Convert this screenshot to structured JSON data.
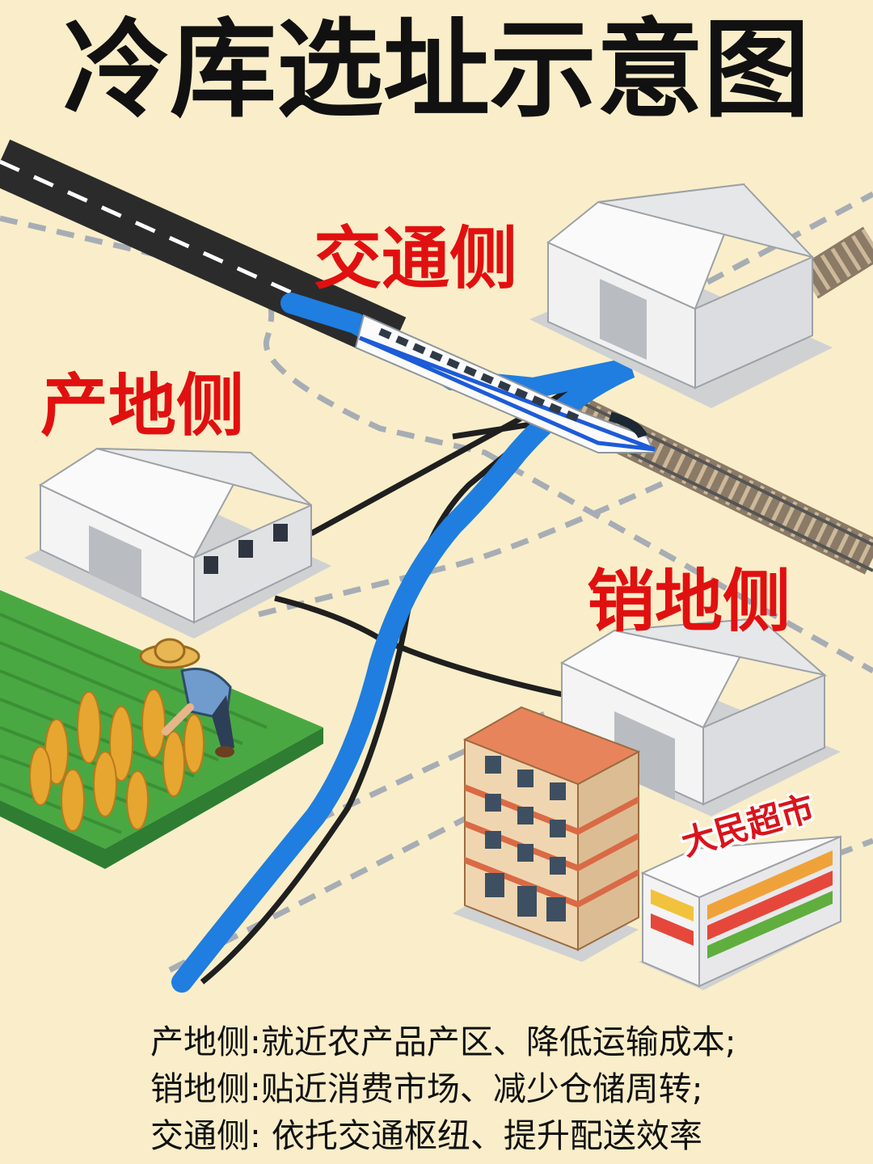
{
  "title": "冷库选址示意图",
  "labels": {
    "traffic_side": "交通侧",
    "origin_side": "产地侧",
    "sales_side": "销地侧"
  },
  "supermarket_sign": "大民超市",
  "notes": [
    {
      "label": "产地侧",
      "text": ":就近农产品产区、降低运输成本;"
    },
    {
      "label": "销地侧",
      "text": ":贴近消费市场、减少仓储周转;"
    },
    {
      "label": "交通侧",
      "text": ": 依托交通枢纽、提升配送效率"
    }
  ],
  "colors": {
    "background": "#f9eec9",
    "label_red": "#e11010",
    "river_blue": "#1f7ee0",
    "road": "#2c2c2c",
    "field_green": "#3e9b3c"
  }
}
